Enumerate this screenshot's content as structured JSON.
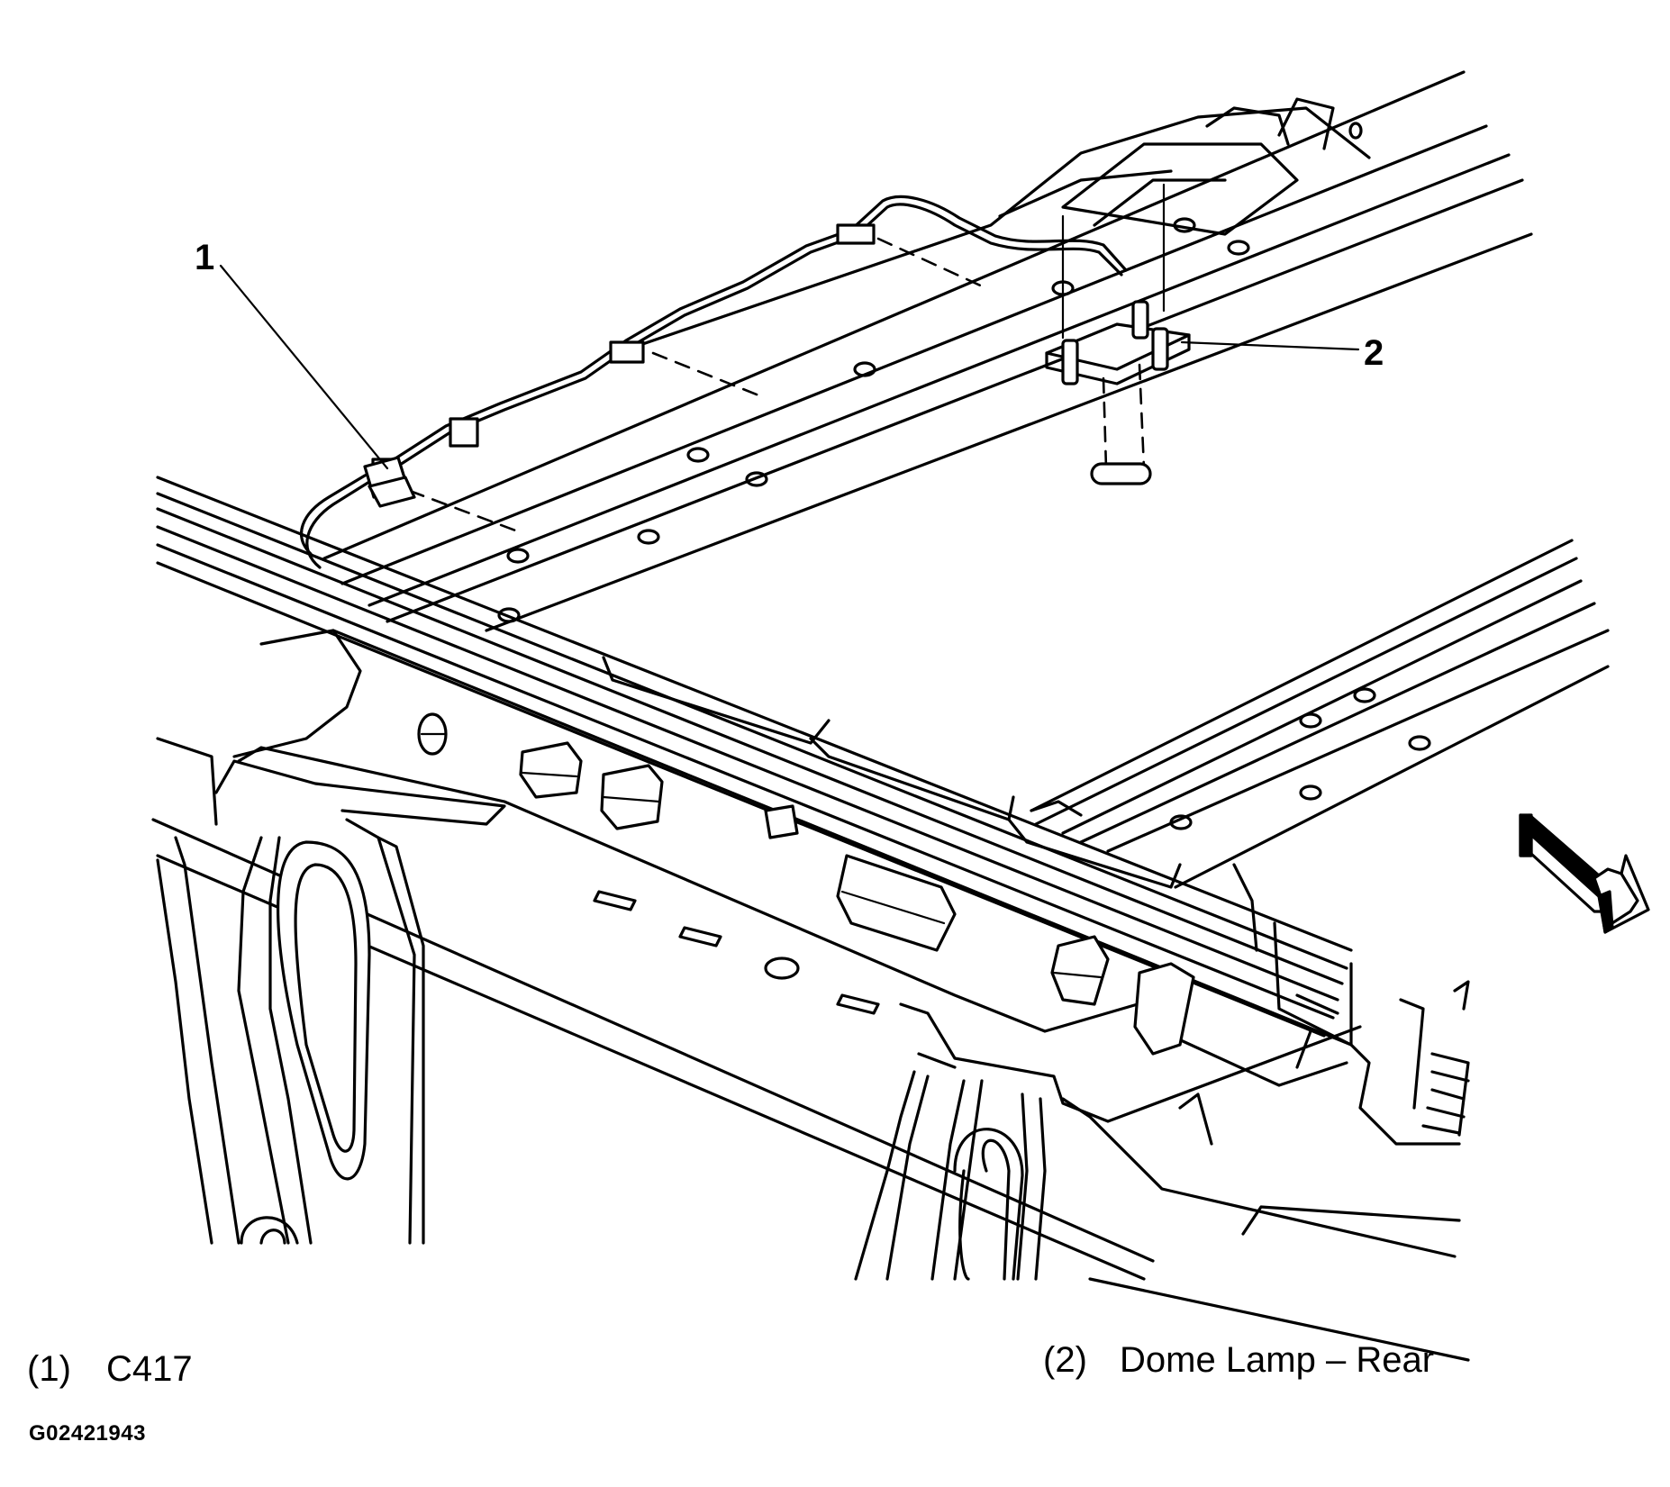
{
  "callouts": [
    {
      "number": "1",
      "legend_num": "(1)",
      "legend_text": "C417"
    },
    {
      "number": "2",
      "legend_num": "(2)",
      "legend_text": "Dome Lamp – Rear"
    }
  ],
  "figure_id": "G02421943",
  "icons": {
    "direction_arrow": "front-direction-arrow-icon"
  },
  "colors": {
    "line": "#000000",
    "background": "#ffffff"
  }
}
